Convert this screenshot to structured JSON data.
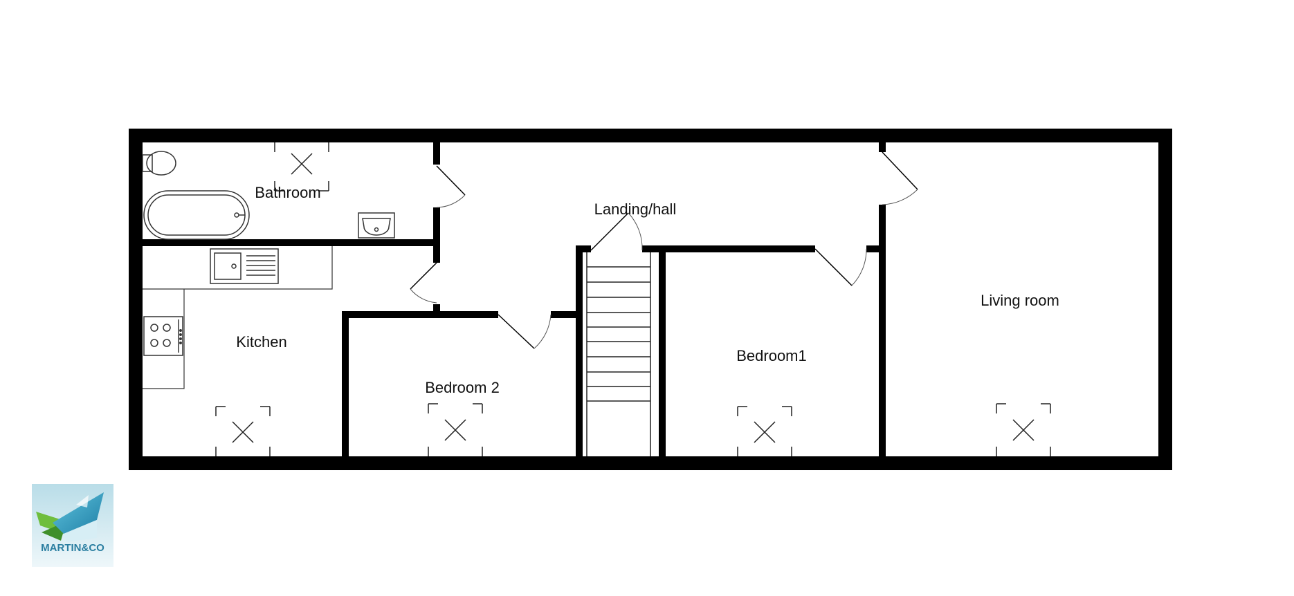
{
  "rooms": {
    "bathroom": "Bathroom",
    "landing": "Landing/hall",
    "kitchen": "Kitchen",
    "bedroom2": "Bedroom 2",
    "bedroom1": "Bedroom1",
    "living": "Living room"
  },
  "logo": {
    "text": "MARTIN&CO"
  },
  "colors": {
    "wall": "#000000",
    "fixture_line": "#333333",
    "logo_bg": "#dceef3",
    "logo_text": "#2a7ea0"
  }
}
